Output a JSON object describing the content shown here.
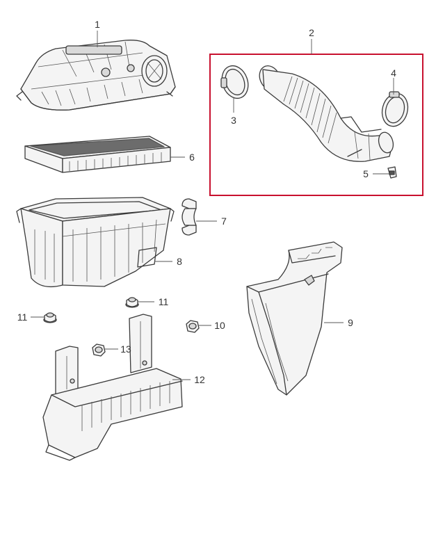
{
  "diagram": {
    "highlight_color": "#c8102e",
    "callouts": [
      "1",
      "2",
      "3",
      "4",
      "5",
      "6",
      "7",
      "8",
      "9",
      "10",
      "11",
      "11",
      "12",
      "13"
    ]
  }
}
